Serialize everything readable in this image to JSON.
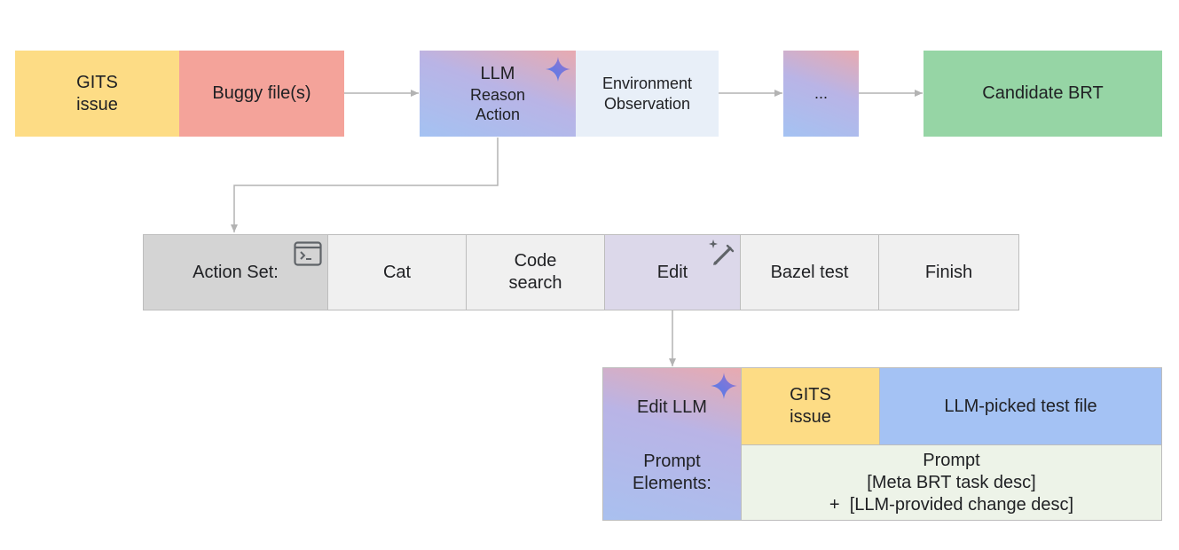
{
  "colors": {
    "gits": "#fddc85",
    "buggy": "#f4a39a",
    "env": "#e8eff8",
    "candidate": "#96d5a5",
    "action_set_label": "#d4d4d4",
    "cell": "#f0f0f0",
    "edit": "#dcd8ea",
    "test_file": "#a4c2f4",
    "prompt": "#edf3e8",
    "arrow": "#b3b3b3"
  },
  "top_row": {
    "gits_issue": [
      "GITS",
      "issue"
    ],
    "buggy_files": "Buggy file(s)",
    "llm": [
      "LLM",
      "Reason",
      "Action"
    ],
    "environment": [
      "Environment",
      "Observation"
    ],
    "ellipsis": "...",
    "candidate": "Candidate BRT"
  },
  "action_set": {
    "label": "Action Set:",
    "label_icon": "terminal-icon",
    "items": [
      [
        "Cat"
      ],
      [
        "Code",
        "search"
      ],
      [
        "Edit"
      ],
      [
        "Bazel test"
      ],
      [
        "Finish"
      ]
    ],
    "edit_icon": "magic-pen-icon"
  },
  "edit_llm": {
    "title": "Edit LLM",
    "subtitle": [
      "Prompt",
      "Elements:"
    ],
    "gits_issue": [
      "GITS",
      "issue"
    ],
    "test_file": "LLM-picked test file",
    "prompt": [
      "Prompt",
      "[Meta BRT task desc]",
      "+  [LLM-provided change desc]"
    ]
  },
  "icons": {
    "sparkle": "gemini-sparkle-icon"
  }
}
